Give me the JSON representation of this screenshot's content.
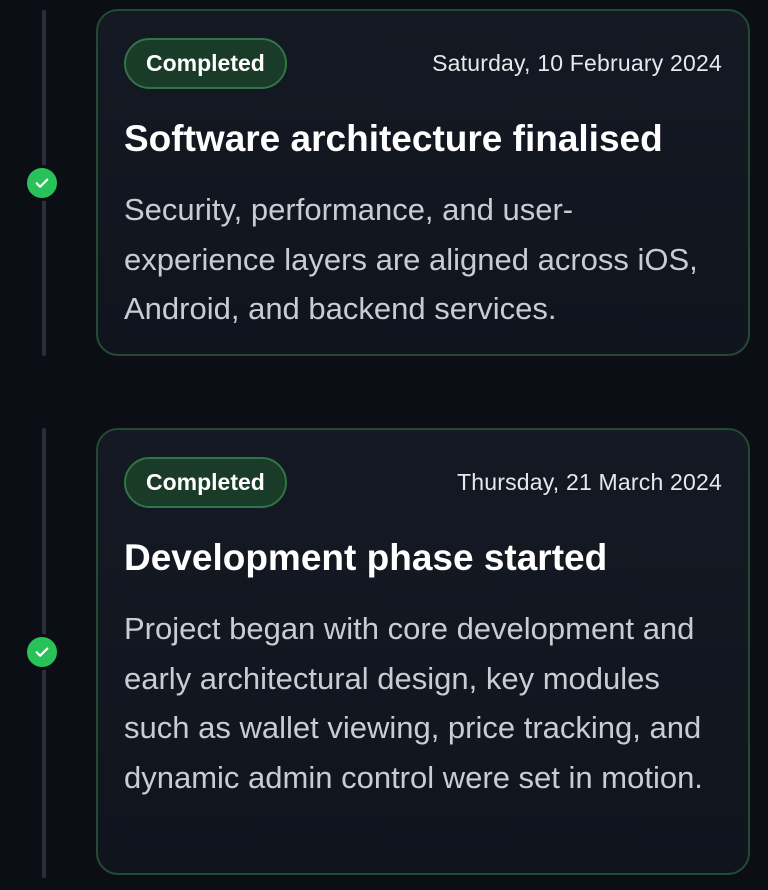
{
  "milestones": [
    {
      "status": "Completed",
      "date": "Saturday, 10 February 2024",
      "title": "Software architecture finalised",
      "description": "Security, performance, and user-experience layers are aligned across iOS, Android, and backend services.",
      "icon": "check-icon"
    },
    {
      "status": "Completed",
      "date": "Thursday, 21 March 2024",
      "title": "Development phase started",
      "description": "Project began with core development and early architectural design, key modules such as wallet viewing, price tracking, and dynamic admin control were set in motion.",
      "icon": "check-icon"
    }
  ],
  "colors": {
    "background": "#0b0e15",
    "accent_green": "#29c15a",
    "badge_bg": "#193b27",
    "card_border": "#244a33"
  }
}
